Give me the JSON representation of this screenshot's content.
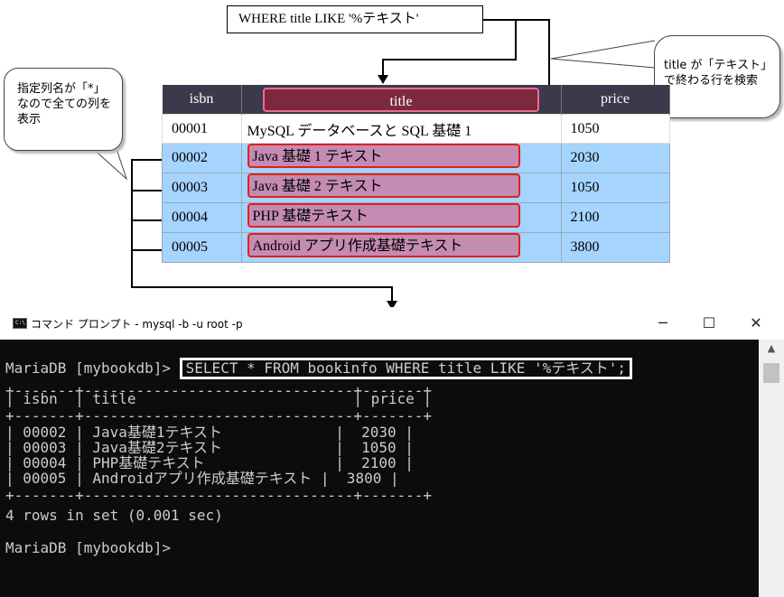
{
  "diagram": {
    "query": "WHERE title LIKE '%テキスト'",
    "callout_left": "指定列名が「*」なので全ての列を表示",
    "callout_right": "title が「テキスト」で終わる行を検索",
    "columns": [
      "isbn",
      "title",
      "price"
    ],
    "rows": [
      {
        "isbn": "00001",
        "title": "MySQL データベースと SQL 基礎 1",
        "price": "1050",
        "matched": false
      },
      {
        "isbn": "00002",
        "title": "Java 基礎 1 テキスト",
        "price": "2030",
        "matched": true
      },
      {
        "isbn": "00003",
        "title": "Java 基礎 2 テキスト",
        "price": "1050",
        "matched": true
      },
      {
        "isbn": "00004",
        "title": "PHP 基礎テキスト",
        "price": "2100",
        "matched": true
      },
      {
        "isbn": "00005",
        "title": "Android アプリ作成基礎テキスト",
        "price": "3800",
        "matched": true
      }
    ]
  },
  "window": {
    "title": "コマンド プロンプト - mysql  -b -u root -p",
    "icon_text": "C:\\",
    "minimize": "─",
    "maximize": "☐",
    "close": "✕"
  },
  "console": {
    "prompt": "MariaDB [mybookdb]> ",
    "command": "SELECT * FROM bookinfo WHERE title LIKE '%テキスト';",
    "lines": [
      "+-------+-------------------------------+-------+",
      "| isbn  | title                         | price |",
      "+-------+-------------------------------+-------+",
      "| 00002 | Java基礎1テキスト             |  2030 |",
      "| 00003 | Java基礎2テキスト             |  1050 |",
      "| 00004 | PHP基礎テキスト               |  2100 |",
      "| 00005 | Androidアプリ作成基礎テキスト |  3800 |",
      "+-------+-------------------------------+-------+",
      "4 rows in set (0.001 sec)",
      "",
      "MariaDB [mybookdb]>"
    ]
  },
  "colors": {
    "header_bg": "#3a3a4c",
    "title_pill": "#7a2a3c",
    "selected_row": "#a5d4ff",
    "highlight_title": "#c48bb3",
    "highlight_border": "#e0201e",
    "console_bg": "#0c0c0c"
  }
}
